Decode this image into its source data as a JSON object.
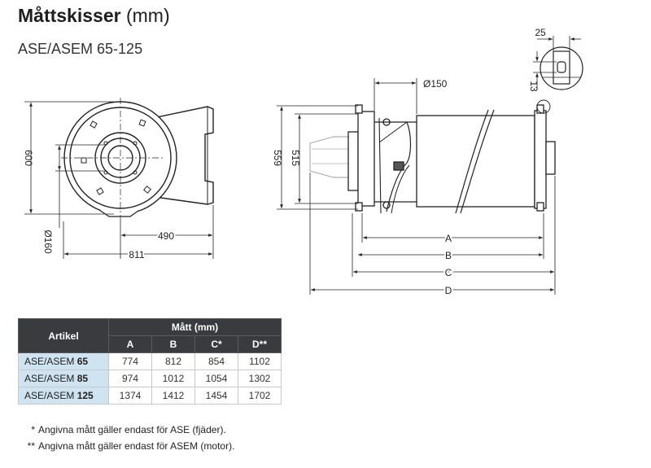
{
  "header": {
    "title": "Måttskisser",
    "title_unit": "(mm)",
    "subtitle": "ASE/ASEM 65-125"
  },
  "drawing": {
    "side_view": {
      "dim_height": "600",
      "dim_hub_diameter": "Ø160",
      "dim_depth_inner": "490",
      "dim_depth_total": "811"
    },
    "front_view": {
      "dim_drum_diameter": "Ø150",
      "dim_height_outer": "559",
      "dim_height_inner": "515",
      "dim_a": "A",
      "dim_b": "B",
      "dim_c": "C",
      "dim_d": "D"
    },
    "detail": {
      "dim_width": "25",
      "dim_height": "13"
    }
  },
  "table": {
    "article_header": "Artikel",
    "group_header": "Mått (mm)",
    "columns": [
      "A",
      "B",
      "C*",
      "D**"
    ],
    "rows": [
      {
        "prefix": "ASE/ASEM ",
        "size": "65",
        "values": [
          "774",
          "812",
          "854",
          "1102"
        ]
      },
      {
        "prefix": "ASE/ASEM ",
        "size": "85",
        "values": [
          "974",
          "1012",
          "1054",
          "1302"
        ]
      },
      {
        "prefix": "ASE/ASEM ",
        "size": "125",
        "values": [
          "1374",
          "1412",
          "1454",
          "1702"
        ]
      }
    ]
  },
  "notes": [
    {
      "mark": "*",
      "text": "Angivna mått gäller endast för ASE (fjäder)."
    },
    {
      "mark": "**",
      "text": "Angivna mått gäller endast för ASEM (motor)."
    }
  ]
}
